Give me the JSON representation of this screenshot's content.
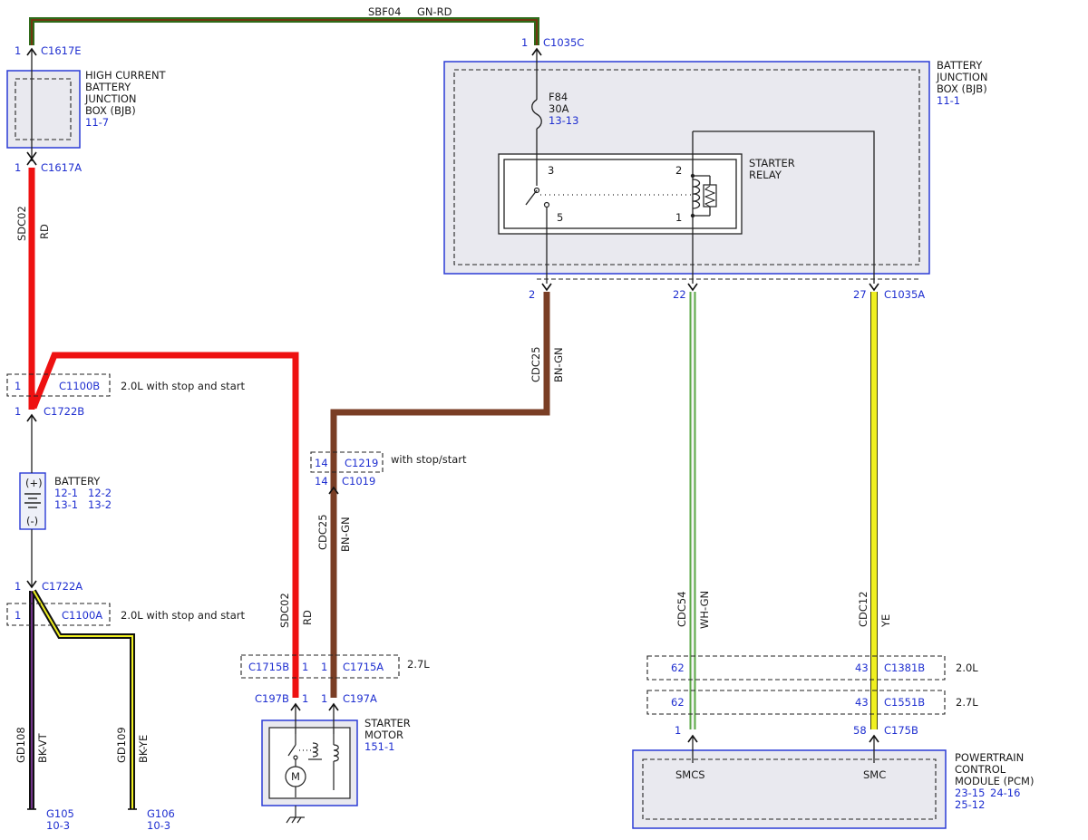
{
  "colors": {
    "rd": "#ee1111",
    "bn": "#7a3e25",
    "gn_rd_outer": "#2f6b1a",
    "gn_rd_inner": "#7a3010",
    "wh_gn_outer": "#5aa844",
    "wh_gn_inner": "#f4f4f4",
    "ye": "#f0f020",
    "ye_edge": "#444400",
    "bk_vt_inner": "#8a3ea8",
    "bk_ye_inner": "#f0f020",
    "black": "#111111",
    "connector_text": "#1f2fd0",
    "box_border": "#2a3bd6"
  },
  "top_wire": {
    "circuit": "SBF04",
    "color": "GN-RD"
  },
  "hcbjb": {
    "lines": [
      "HIGH CURRENT",
      "BATTERY",
      "JUNCTION",
      "BOX (BJB)"
    ],
    "ref": "11-7",
    "conn_top": {
      "pin": "1",
      "name": "C1617E"
    },
    "conn_bottom": {
      "pin": "1",
      "name": "C1617A"
    }
  },
  "wire_sdc02_left": {
    "circuit": "SDC02",
    "color": "RD"
  },
  "c1100b": {
    "pin": "1",
    "name": "C1100B",
    "note": "2.0L with stop and start"
  },
  "c1722b": {
    "pin": "1",
    "name": "C1722B"
  },
  "battery": {
    "label": "BATTERY",
    "plus": "(+)",
    "minus": "(-)",
    "refs": [
      "12-1",
      "12-2",
      "13-1",
      "13-2"
    ]
  },
  "c1722a": {
    "pin": "1",
    "name": "C1722A"
  },
  "c1100a": {
    "pin": "1",
    "name": "C1100A",
    "note": "2.0L with stop and start"
  },
  "gd108": {
    "circuit": "GD108",
    "color": "BK-VT",
    "ground": "G105",
    "ref": "10-3"
  },
  "gd109": {
    "circuit": "GD109",
    "color": "BK-YE",
    "ground": "G106",
    "ref": "10-3"
  },
  "bjb": {
    "lines": [
      "BATTERY",
      "JUNCTION",
      "BOX (BJB)"
    ],
    "ref": "11-1",
    "conn_top": {
      "pin": "1",
      "name": "C1035C"
    },
    "fuse": {
      "name": "F84",
      "rating": "30A",
      "ref": "13-13"
    },
    "relay": {
      "lines": [
        "STARTER",
        "RELAY"
      ],
      "pins": [
        "3",
        "2",
        "5",
        "1"
      ]
    },
    "out_pins": [
      "2",
      "22",
      "27"
    ],
    "out_conn": "C1035A"
  },
  "wire_cdc25_right": {
    "circuit": "CDC25",
    "color": "BN-GN"
  },
  "c1219": {
    "pin": "14",
    "name": "C1219",
    "note": "with stop/start"
  },
  "c1019": {
    "pin": "14",
    "name": "C1019"
  },
  "wire_cdc25_left": {
    "circuit": "CDC25",
    "color": "BN-GN"
  },
  "wire_sdc02_mid": {
    "circuit": "SDC02",
    "color": "RD"
  },
  "c1715": {
    "name_b": "C1715B",
    "pin_b": "1",
    "pin_a": "1",
    "name_a": "C1715A",
    "note": "2.7L"
  },
  "c197": {
    "name_b": "C197B",
    "pin_b": "1",
    "pin_a": "1",
    "name_a": "C197A"
  },
  "starter_motor": {
    "lines": [
      "STARTER",
      "MOTOR"
    ],
    "ref": "151-1",
    "motor_symbol": "M"
  },
  "wire_cdc54": {
    "circuit": "CDC54",
    "color": "WH-GN"
  },
  "wire_cdc12": {
    "circuit": "CDC12",
    "color": "YE"
  },
  "c1381b": {
    "pin_left": "62",
    "pin_right": "43",
    "name": "C1381B",
    "note": "2.0L"
  },
  "c1551b": {
    "pin_left": "62",
    "pin_right": "43",
    "name": "C1551B",
    "note": "2.7L"
  },
  "c175b": {
    "pin_left": "1",
    "pin_right": "58",
    "name": "C175B"
  },
  "pcm": {
    "lines": [
      "POWERTRAIN",
      "CONTROL",
      "MODULE (PCM)"
    ],
    "refs": [
      "23-15",
      "24-16",
      "25-12"
    ],
    "pin_left": "SMCS",
    "pin_right": "SMC"
  }
}
